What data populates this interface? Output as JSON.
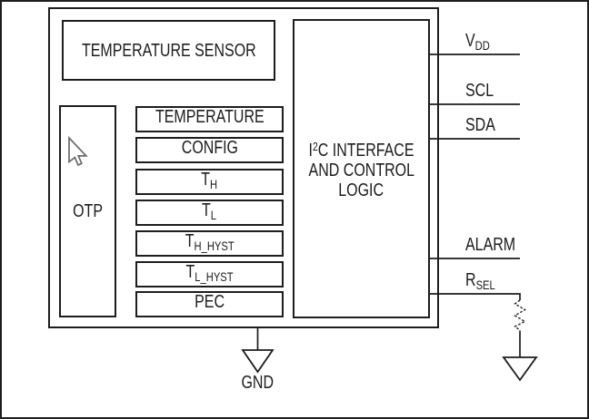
{
  "figure": {
    "background": "#ffffff",
    "line_color": "#1d1d1d",
    "cursor_outline_color": "#6a6a6a"
  },
  "chip": {
    "temperature_sensor_label": "TEMPERATURE SENSOR",
    "otp_label": "OTP",
    "i2c_block": {
      "line1_pre": "I",
      "line1_sup": "2",
      "line1_post": "C INTERFACE",
      "line2": "AND CONTROL",
      "line3": "LOGIC"
    }
  },
  "registers": [
    {
      "main": "TEMPERATURE",
      "sub": ""
    },
    {
      "main": "CONFIG",
      "sub": ""
    },
    {
      "main": "T",
      "sub": "H"
    },
    {
      "main": "T",
      "sub": "L"
    },
    {
      "main": "T",
      "sub": "H_HYST"
    },
    {
      "main": "T",
      "sub": "L_HYST"
    },
    {
      "main": "PEC",
      "sub": ""
    }
  ],
  "pins": [
    {
      "name": "VDD",
      "main": "V",
      "sub": "DD"
    },
    {
      "name": "SCL",
      "main": "SCL",
      "sub": ""
    },
    {
      "name": "SDA",
      "main": "SDA",
      "sub": ""
    },
    {
      "name": "ALARM",
      "main": "ALARM",
      "sub": ""
    },
    {
      "name": "RSEL",
      "main": "R",
      "sub": "SEL"
    }
  ],
  "ground": {
    "label": "GND"
  },
  "icons": {
    "cursor": "arrow-pointer",
    "ground_left": "ground-triangle",
    "ground_right": "ground-triangle",
    "resistor": "resistor-zigzag"
  }
}
